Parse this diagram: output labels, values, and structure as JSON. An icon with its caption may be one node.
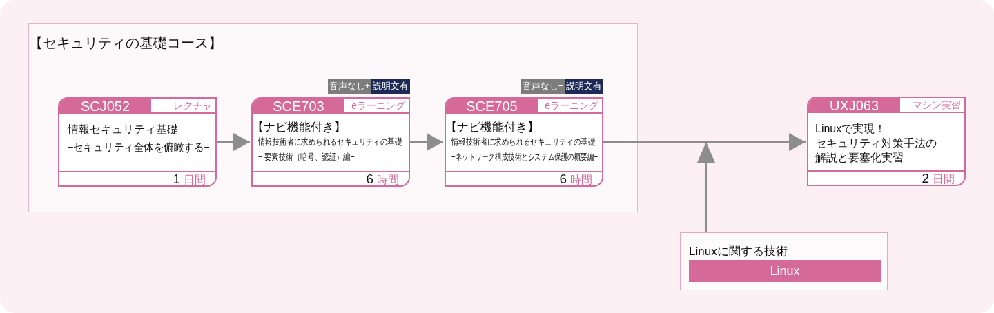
{
  "diagram": {
    "nodes": [
      {
        "text": [
          "【セキュリティの基礎コース】"
        ]
      },
      {
        "text": [
          "SCJ052",
          "レクチャ",
          "情報セキュリティ基礎",
          "−セキュリティ全体を俯瞰する−",
          "1",
          "日間"
        ],
        "in": 0
      },
      {
        "text": [
          "SCE703",
          "eラーニング",
          "【ナビ機能付き】",
          "情報技術者に求められるセキュリティの基礎",
          "− 要素技術（暗号、認証）編−",
          "6",
          "時間"
        ],
        "in": 0,
        "beside": [
          "音声なし+",
          "説明文有"
        ]
      },
      {
        "text": [
          "SCE705",
          "eラーニング",
          "【ナビ機能付き】",
          "情報技術者に求められるセキュリティの基礎",
          "−ネットワーク構成技術とシステム保護の概要編−",
          "6",
          "時間"
        ],
        "in": 0,
        "beside": [
          "音声なし+",
          "説明文有"
        ]
      },
      {
        "text": [
          "UXJ063",
          "マシン実習",
          "Linuxで実現！セキュリティ対策手法の解説と要塞化実習",
          "2",
          "日間"
        ]
      },
      {
        "text": [
          "Linuxに関する技術"
        ]
      },
      {
        "text": [
          "Linux"
        ],
        "in": 5
      }
    ],
    "edges": [
      {
        "from": 1,
        "to": 2,
        "arrow": "to"
      },
      {
        "from": 2,
        "to": 3,
        "arrow": "to"
      },
      {
        "from": 3,
        "to": 4,
        "arrow": "to"
      },
      {
        "from": 5,
        "to": 4,
        "arrow": "to"
      }
    ]
  }
}
